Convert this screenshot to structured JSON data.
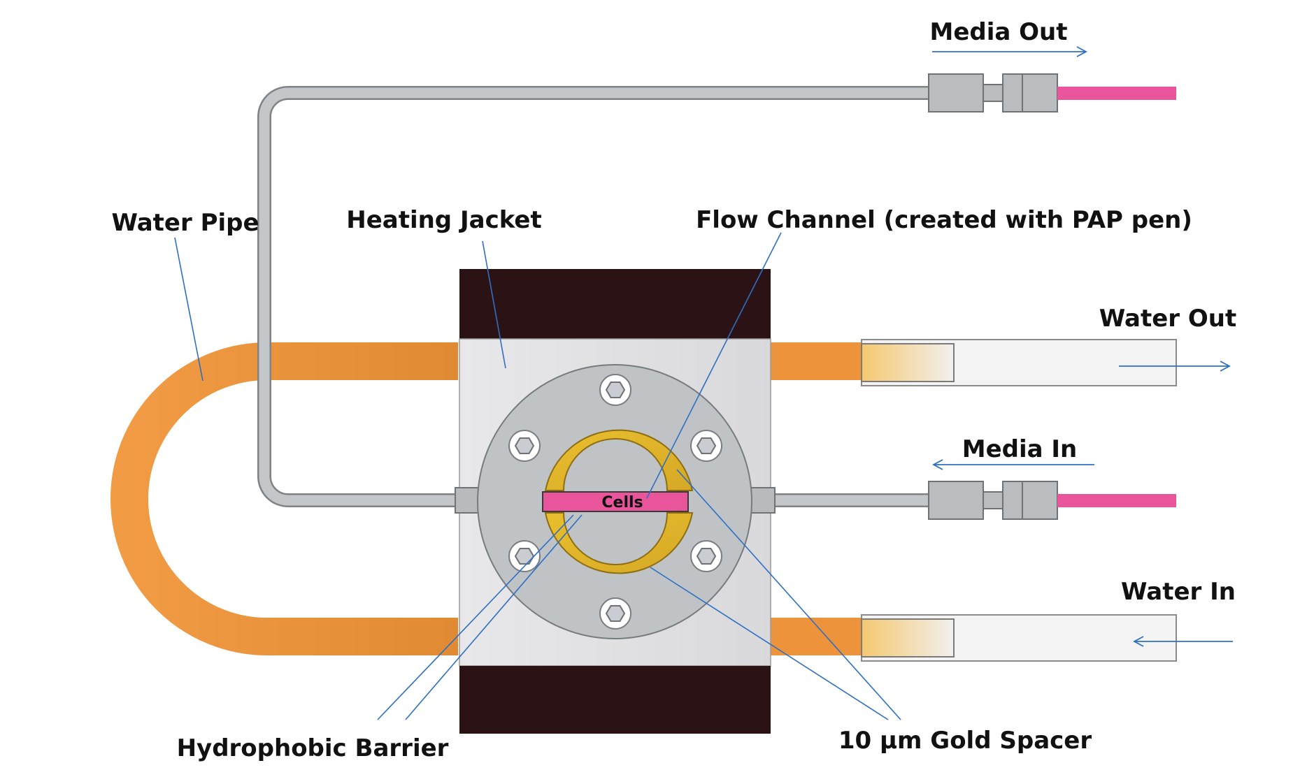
{
  "labels": {
    "media_out": "Media Out",
    "water_pipe": "Water Pipe",
    "heating_jacket": "Heating Jacket",
    "flow_channel": "Flow Channel (created with PAP pen)",
    "water_out": "Water Out",
    "media_in": "Media In",
    "water_in": "Water In",
    "cells": "Cells",
    "hydrophobic_barrier": "Hydrophobic Barrier",
    "gold_spacer": "10 µm Gold Spacer"
  },
  "colors": {
    "water_pipe": "#ec933b",
    "media_line": "#e8559a",
    "steel_tube": "#b8bcbf",
    "jacket_body": "#e3e4e6",
    "jacket_caps": "#2b1214",
    "flange": "#bfc3c6",
    "gold_spacer": "#ddb22a",
    "channel": "#e8559a",
    "leader_lines": "#2e6fc4"
  }
}
